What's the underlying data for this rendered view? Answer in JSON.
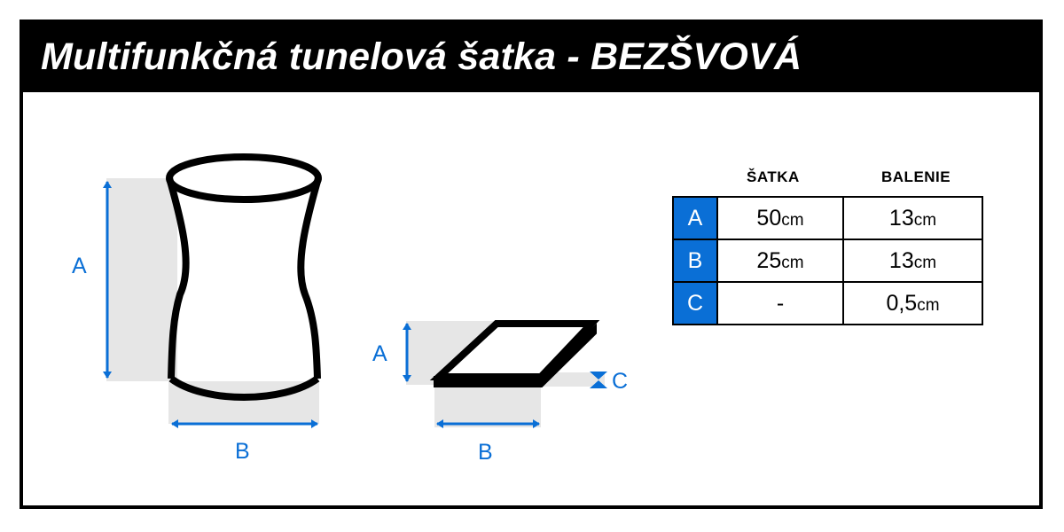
{
  "header": {
    "title": "Multifunkčná tunelová šatka - BEZŠVOVÁ"
  },
  "tube": {
    "height_label": "A",
    "width_label": "B"
  },
  "pack": {
    "height_label": "A",
    "width_label": "B",
    "thickness_label": "C"
  },
  "table": {
    "columns": [
      "ŠATKA",
      "BALENIE"
    ],
    "rows": [
      {
        "key": "A",
        "satka_num": "50",
        "satka_unit": "cm",
        "balenie_num": "13",
        "balenie_unit": "cm"
      },
      {
        "key": "B",
        "satka_num": "25",
        "satka_unit": "cm",
        "balenie_num": "13",
        "balenie_unit": "cm"
      },
      {
        "key": "C",
        "satka_num": "-",
        "satka_unit": "",
        "balenie_num": "0,5",
        "balenie_unit": "cm"
      }
    ]
  },
  "colors": {
    "accent": "#0a6fd6",
    "header_bg": "#000000",
    "shade": "#e6e6e6"
  }
}
